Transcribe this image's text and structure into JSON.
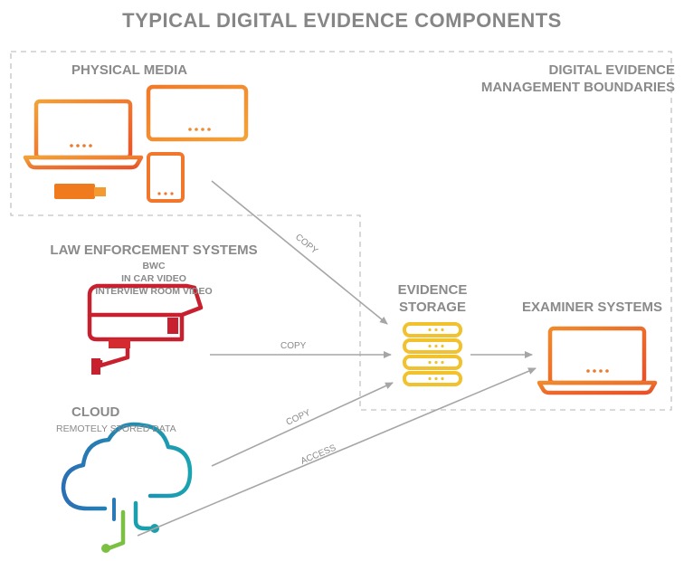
{
  "title": "TYPICAL DIGITAL EVIDENCE COMPONENTS",
  "boundary_label_line1": "DIGITAL EVIDENCE",
  "boundary_label_line2": "MANAGEMENT BOUNDARIES",
  "physical_media": {
    "label": "PHYSICAL MEDIA"
  },
  "law_enforcement": {
    "label": "LAW ENFORCEMENT SYSTEMS",
    "items": [
      "BWC",
      "IN CAR VIDEO",
      "INTERVIEW ROOM VIDEO"
    ]
  },
  "cloud": {
    "label": "CLOUD",
    "sublabel": "REMOTELY STORED DATA"
  },
  "evidence_storage": {
    "line1": "EVIDENCE",
    "line2": "STORAGE"
  },
  "examiner": {
    "label": "EXAMINER SYSTEMS"
  },
  "edges": {
    "media_to_storage": "COPY",
    "law_to_storage": "COPY",
    "cloud_to_storage": "COPY",
    "cloud_to_examiner": "ACCESS"
  },
  "colors": {
    "text": "#8a8a8a",
    "boundary": "#bdbdbd",
    "arrow": "#a6a6a6",
    "media_orange": "#f07a2a",
    "camera_red": "#c8202e",
    "storage_yellow": "#f2c12e",
    "examiner_orange": "#f0702a",
    "cloud_blue": "#1f6fb3",
    "cloud_teal": "#1a9aa6",
    "cloud_green": "#7fbf3a"
  },
  "icons": [
    "laptop-icon",
    "tablet-icon",
    "phone-icon",
    "usb-drive-icon",
    "security-camera-icon",
    "database-icon",
    "cloud-icon",
    "music-note-icon"
  ]
}
